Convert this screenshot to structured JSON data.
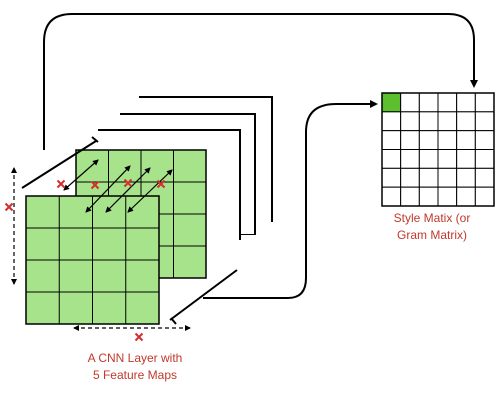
{
  "diagram": {
    "cnn_label_line1": "A CNN Layer with",
    "cnn_label_line2": "5 Feature Maps",
    "gram_label_line1": "Style Matix (or",
    "gram_label_line2": "Gram Matrix)",
    "feature_map_count": 5,
    "feature_grid": {
      "rows": 4,
      "cols": 4
    },
    "gram_grid": {
      "rows": 6,
      "cols": 6
    },
    "highlighted_gram_cell": {
      "row": 0,
      "col": 0
    },
    "colors": {
      "feature_cell": "#a6e38a",
      "gram_highlight": "#5cc02e",
      "marker": "#d32f2f",
      "caption": "#c0392b",
      "stroke": "#000000"
    }
  }
}
